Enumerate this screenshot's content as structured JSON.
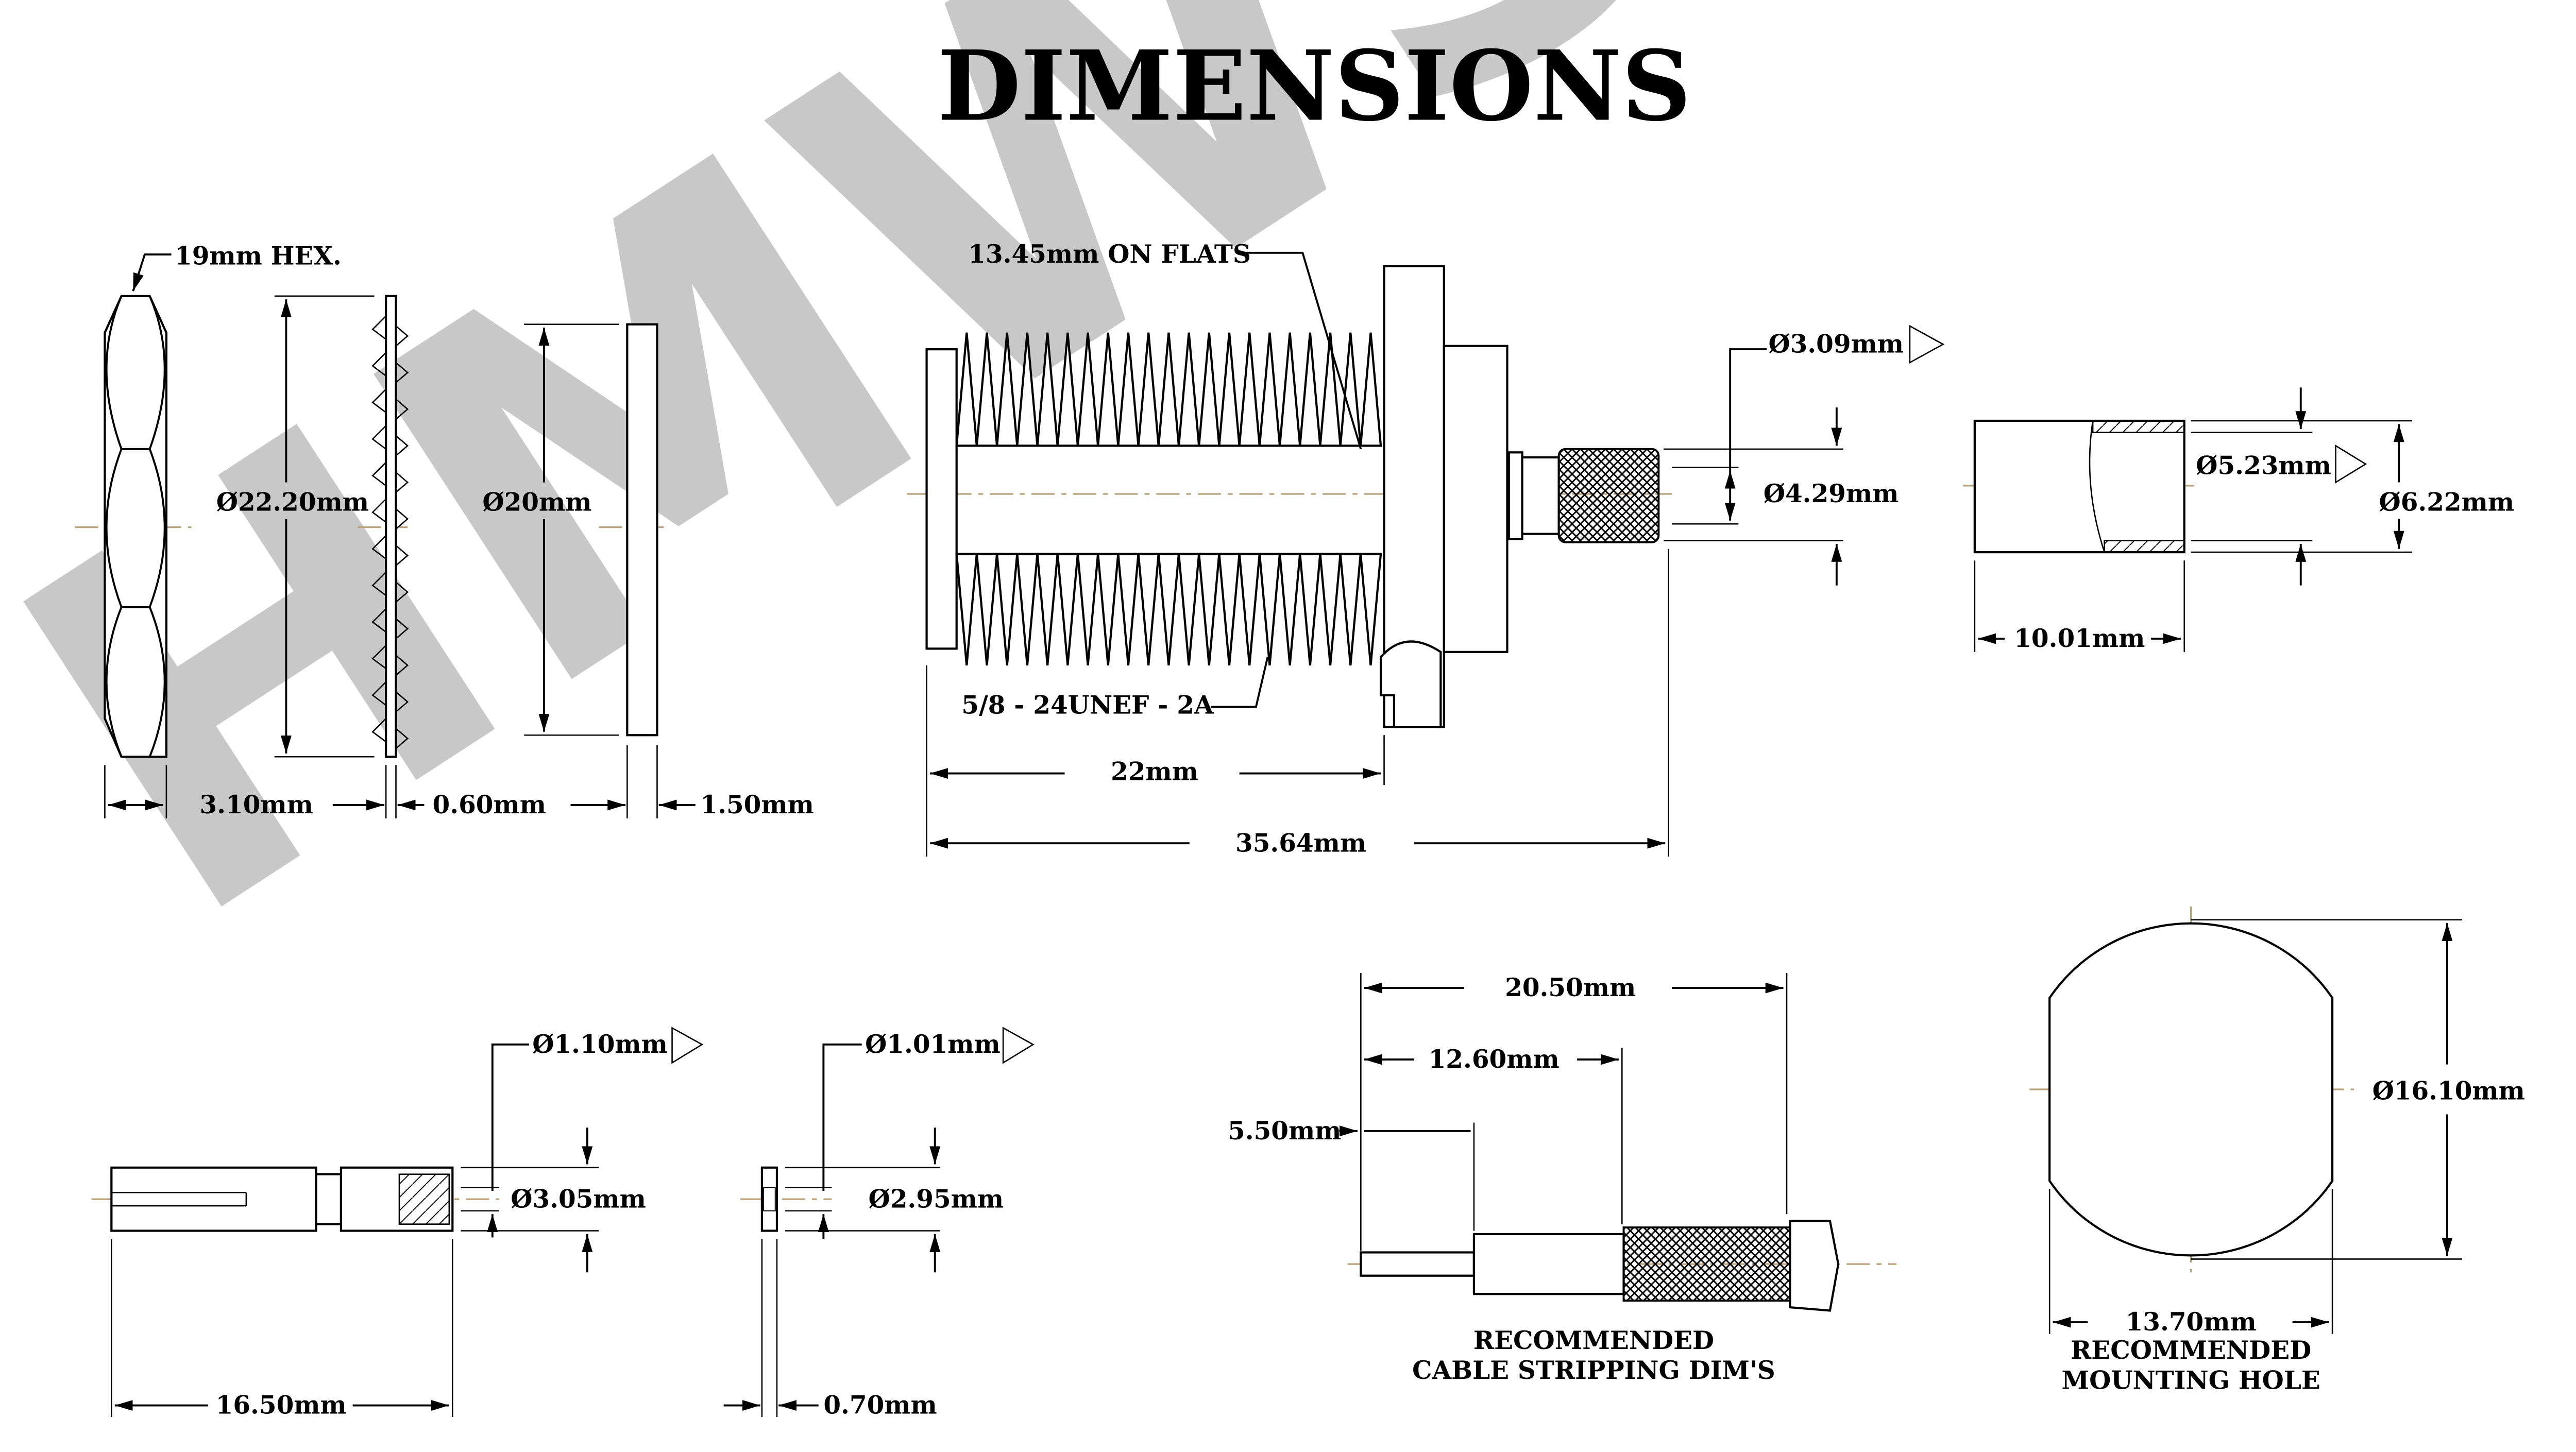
{
  "title": "DIMENSIONS",
  "watermark": "HMWS",
  "nut": {
    "hex_label": "19mm HEX.",
    "diameter": "Ø22.20mm",
    "thickness": "3.10mm"
  },
  "lock_washer": {
    "diameter": "Ø20mm",
    "thickness": "0.60mm"
  },
  "flat_washer": {
    "thickness": "1.50mm"
  },
  "connector": {
    "flats_label": "13.45mm ON FLATS",
    "thread_label": "5/8 - 24UNEF - 2A",
    "flange_length": "22mm",
    "overall_length": "35.64mm",
    "inner_diameter": "Ø3.09mm",
    "outer_diameter": "Ø4.29mm"
  },
  "ferrule": {
    "inner_diameter": "Ø5.23mm",
    "outer_diameter": "Ø6.22mm",
    "length": "10.01mm"
  },
  "pin": {
    "inner_diameter": "Ø1.10mm",
    "outer_diameter": "Ø3.05mm",
    "length": "16.50mm"
  },
  "insulator": {
    "inner_diameter": "Ø1.01mm",
    "outer_diameter": "Ø2.95mm",
    "thickness": "0.70mm"
  },
  "cable_stripping": {
    "overall": "20.50mm",
    "braid": "12.60mm",
    "center": "5.50mm",
    "caption_line1": "RECOMMENDED",
    "caption_line2": "CABLE STRIPPING DIM'S"
  },
  "mounting_hole": {
    "diameter": "Ø16.10mm",
    "flats": "13.70mm",
    "caption_line1": "RECOMMENDED",
    "caption_line2": "MOUNTING HOLE"
  },
  "colors": {
    "watermark": "#c8c8c8",
    "centerline": "#b9a27a",
    "ink": "#000000"
  }
}
